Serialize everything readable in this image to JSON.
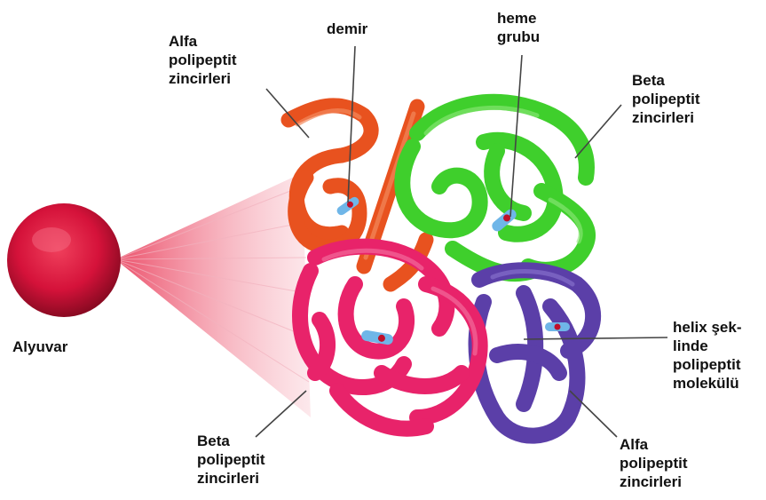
{
  "title": "",
  "labels": {
    "alfa_top": [
      "Alfa",
      "polipeptit",
      "zincirleri"
    ],
    "demir": [
      "demir"
    ],
    "heme": [
      "heme",
      "grubu"
    ],
    "beta_top": [
      "Beta",
      "polipeptit",
      "zincirleri"
    ],
    "alyuvar": [
      "Alyuvar"
    ],
    "helix": [
      "helix şek-",
      "linde",
      "polipeptit",
      "molekülü"
    ],
    "beta_bottom": [
      "Beta",
      "polipeptit",
      "zincirleri"
    ],
    "alfa_bottom": [
      "Alfa",
      "polipeptit",
      "zincirleri"
    ]
  },
  "colors": {
    "alfa_chain_top": "#e8521f",
    "beta_chain_top": "#3fcf2c",
    "beta_chain_bottom": "#e8236a",
    "alfa_chain_bottom": "#5b3fa8",
    "red_blood_cell": "#d5123a",
    "heme_group": "#6fb6e8",
    "leader_line": "#444444"
  }
}
